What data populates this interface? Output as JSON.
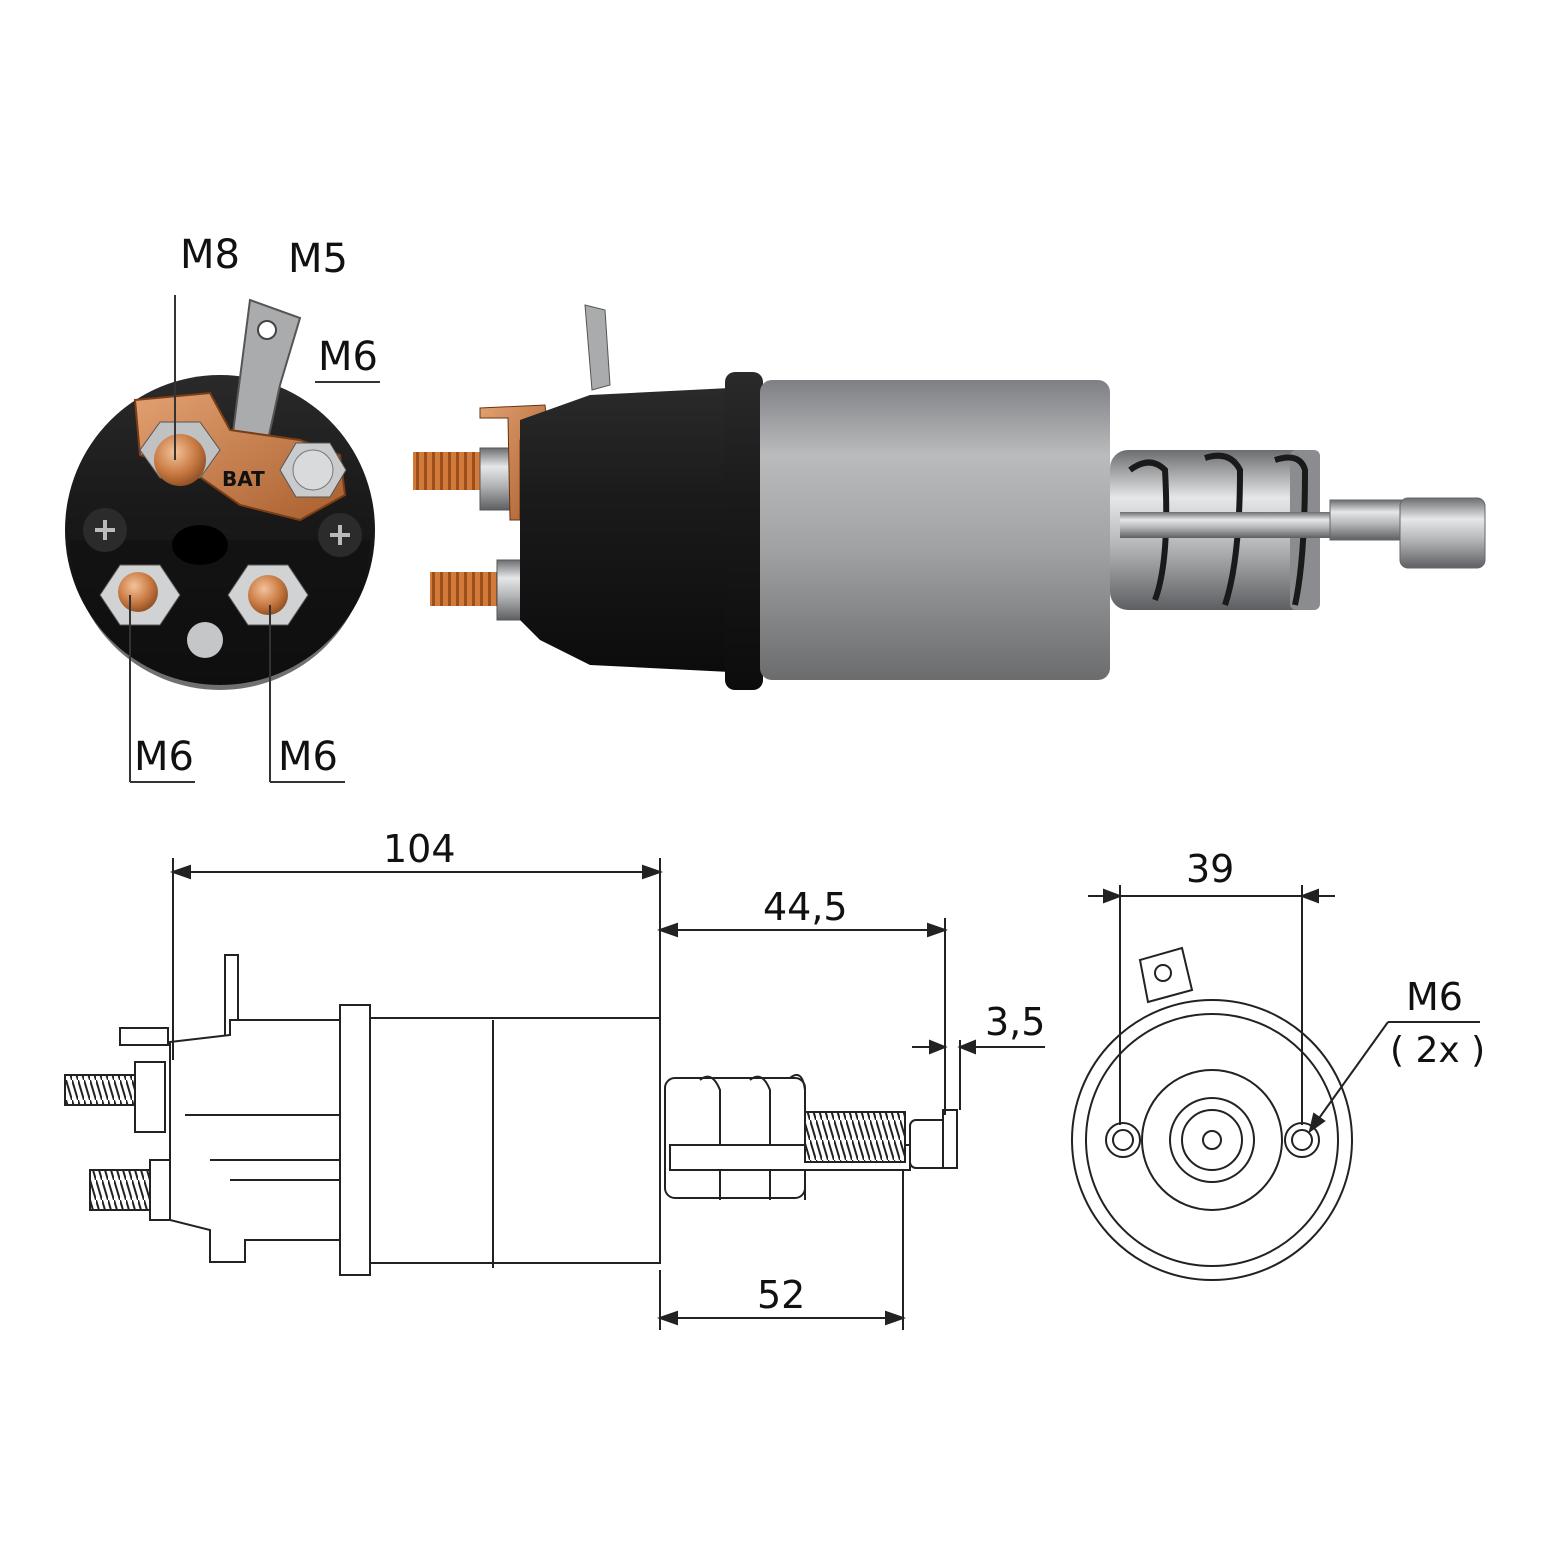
{
  "front_view_labels": {
    "top_left": "M8",
    "top_middle": "M5",
    "top_right": "M6",
    "bottom_left": "M6",
    "bottom_right": "M6",
    "terminal_marking": "BAT"
  },
  "side_drawing_dims": {
    "overall_length": "104",
    "plunger_length": "44,5",
    "plunger_end": "3,5",
    "bottom_length": "52"
  },
  "end_drawing": {
    "hole_spacing": "39",
    "thread": "M6",
    "count": "( 2x )"
  },
  "colors": {
    "copper": "#c87941",
    "black_body": "#1c1c1c",
    "steel": "#a7a9ab",
    "line": "#222222"
  }
}
